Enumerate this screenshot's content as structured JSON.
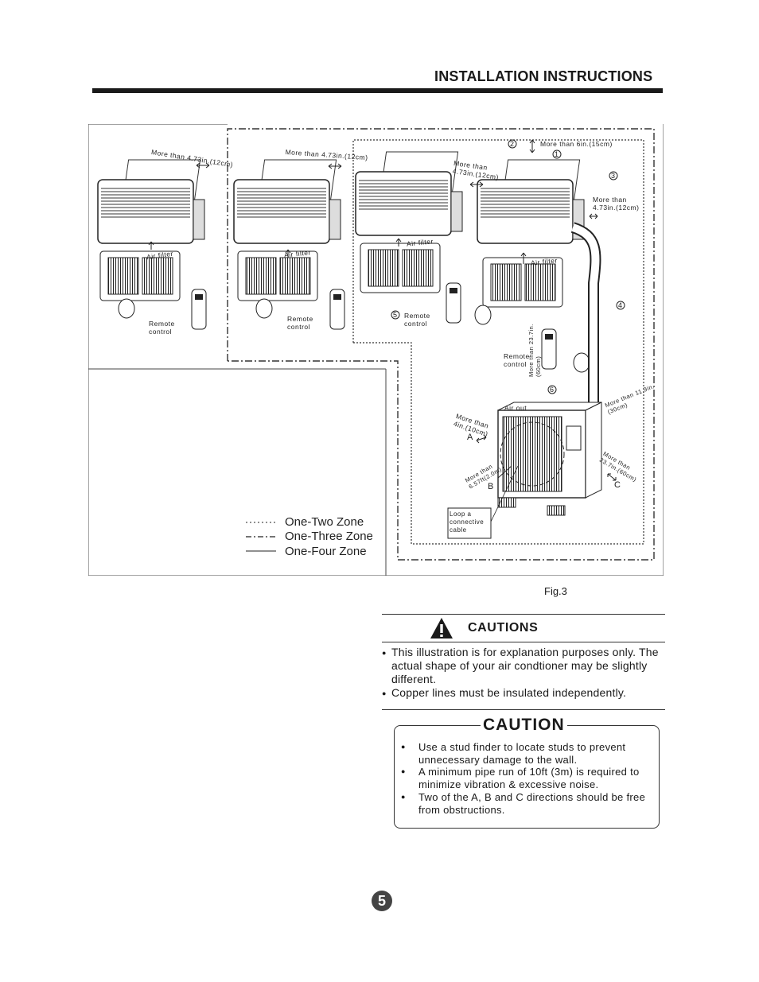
{
  "header": {
    "title": "INSTALLATION INSTRUCTIONS"
  },
  "diagram": {
    "units": [
      {
        "clearance": "More than 4.73in.(12cm)",
        "filter": "Air filter",
        "remote": "Remote control"
      },
      {
        "clearance": "More than 4.73in.(12cm)",
        "filter": "Air filter",
        "remote": "Remote control"
      },
      {
        "clearance": "More than 4.73in.(12cm)",
        "filter": "Air filter",
        "remote": "Remote control"
      },
      {
        "clearance": "More than 4.73in.(12cm)",
        "filter": "Air filter",
        "remote": "Remote control"
      }
    ],
    "top_clearance": "More than 6in.(15cm)",
    "side_clearance": "More than 4.73in.(12cm)",
    "callouts": [
      "1",
      "2",
      "3",
      "4",
      "5",
      "6"
    ],
    "outdoor": {
      "top": "More than 23.7in.(60cm)",
      "air_out": "Air out",
      "left": "More than 4in.(10cm)",
      "front": "More than 6.57ft(2.0m)",
      "right_top": "More than 11.9in.(30cm)",
      "right": "More than 23.7in.(60cm)",
      "dir_a": "A",
      "dir_b": "B",
      "dir_c": "C",
      "loop_note": "Loop a connective cable"
    },
    "legend": [
      "One-Two Zone",
      "One-Three Zone",
      "One-Four Zone"
    ],
    "caption": "Fig.3"
  },
  "cautions": {
    "title": "CAUTIONS",
    "items": [
      "This illustration is for explanation purposes only. The actual shape of your air condtioner may be slightly different.",
      "Copper lines must be insulated independently."
    ]
  },
  "caution": {
    "title": "CAUTION",
    "items": [
      "Use a stud finder to locate studs to prevent unnecessary damage to the wall.",
      "A  minimum pipe run of 10ft (3m) is required to minimize vibration & excessive noise.",
      "Two of the A, B and C directions should be free from obstructions."
    ]
  },
  "page": {
    "number": "5"
  }
}
